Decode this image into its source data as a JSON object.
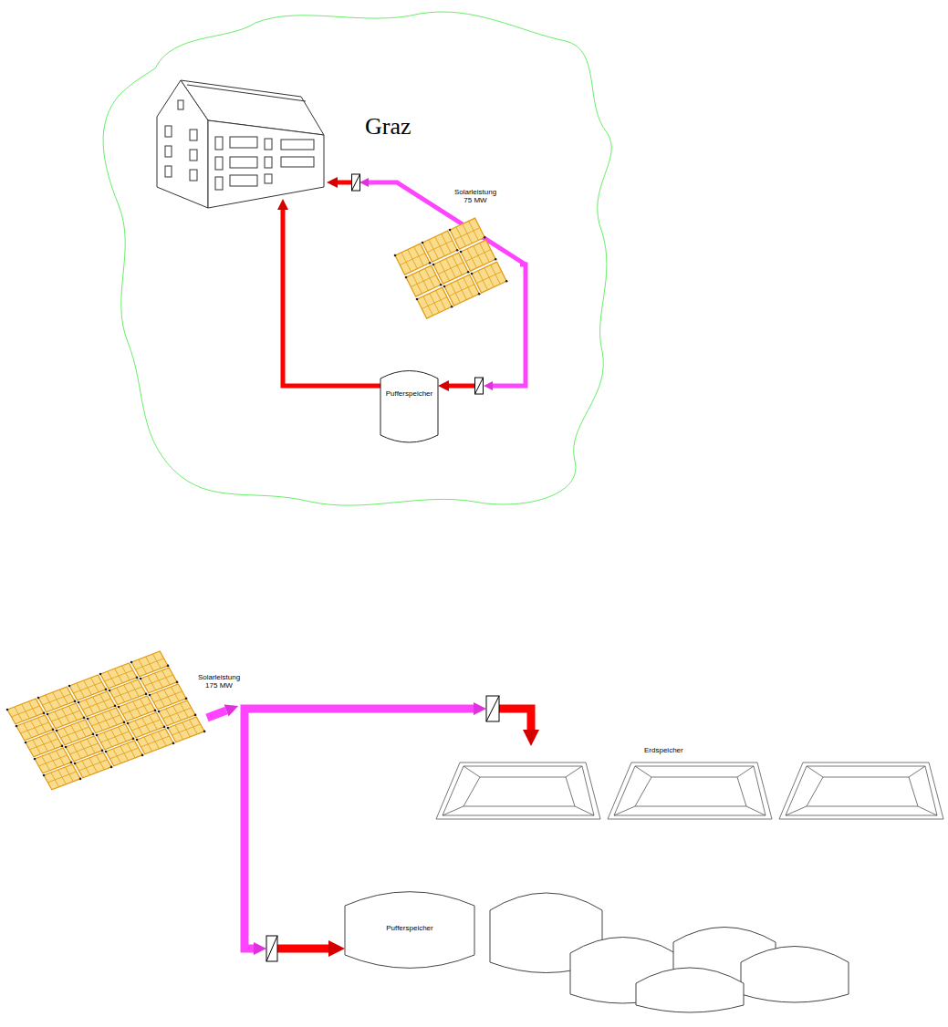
{
  "diagram": {
    "nodes": [
      {
        "text": [
          "Graz"
        ]
      },
      {
        "text": [
          "Solarleistung 75 MW"
        ],
        "in": 0
      },
      {
        "text": [
          "Pufferspeicher"
        ],
        "in": 0
      },
      {
        "text": [
          "Solarleistung 175 MW"
        ]
      },
      {
        "text": [
          "Erdspeicher"
        ]
      },
      {
        "text": [
          "Pufferspeicher"
        ]
      }
    ],
    "edges": [
      {
        "from": 1,
        "to": 2,
        "arrow": "to"
      },
      {
        "from": 3,
        "to": 4,
        "arrow": "to"
      },
      {
        "from": 3,
        "to": 5,
        "arrow": "to"
      }
    ]
  }
}
